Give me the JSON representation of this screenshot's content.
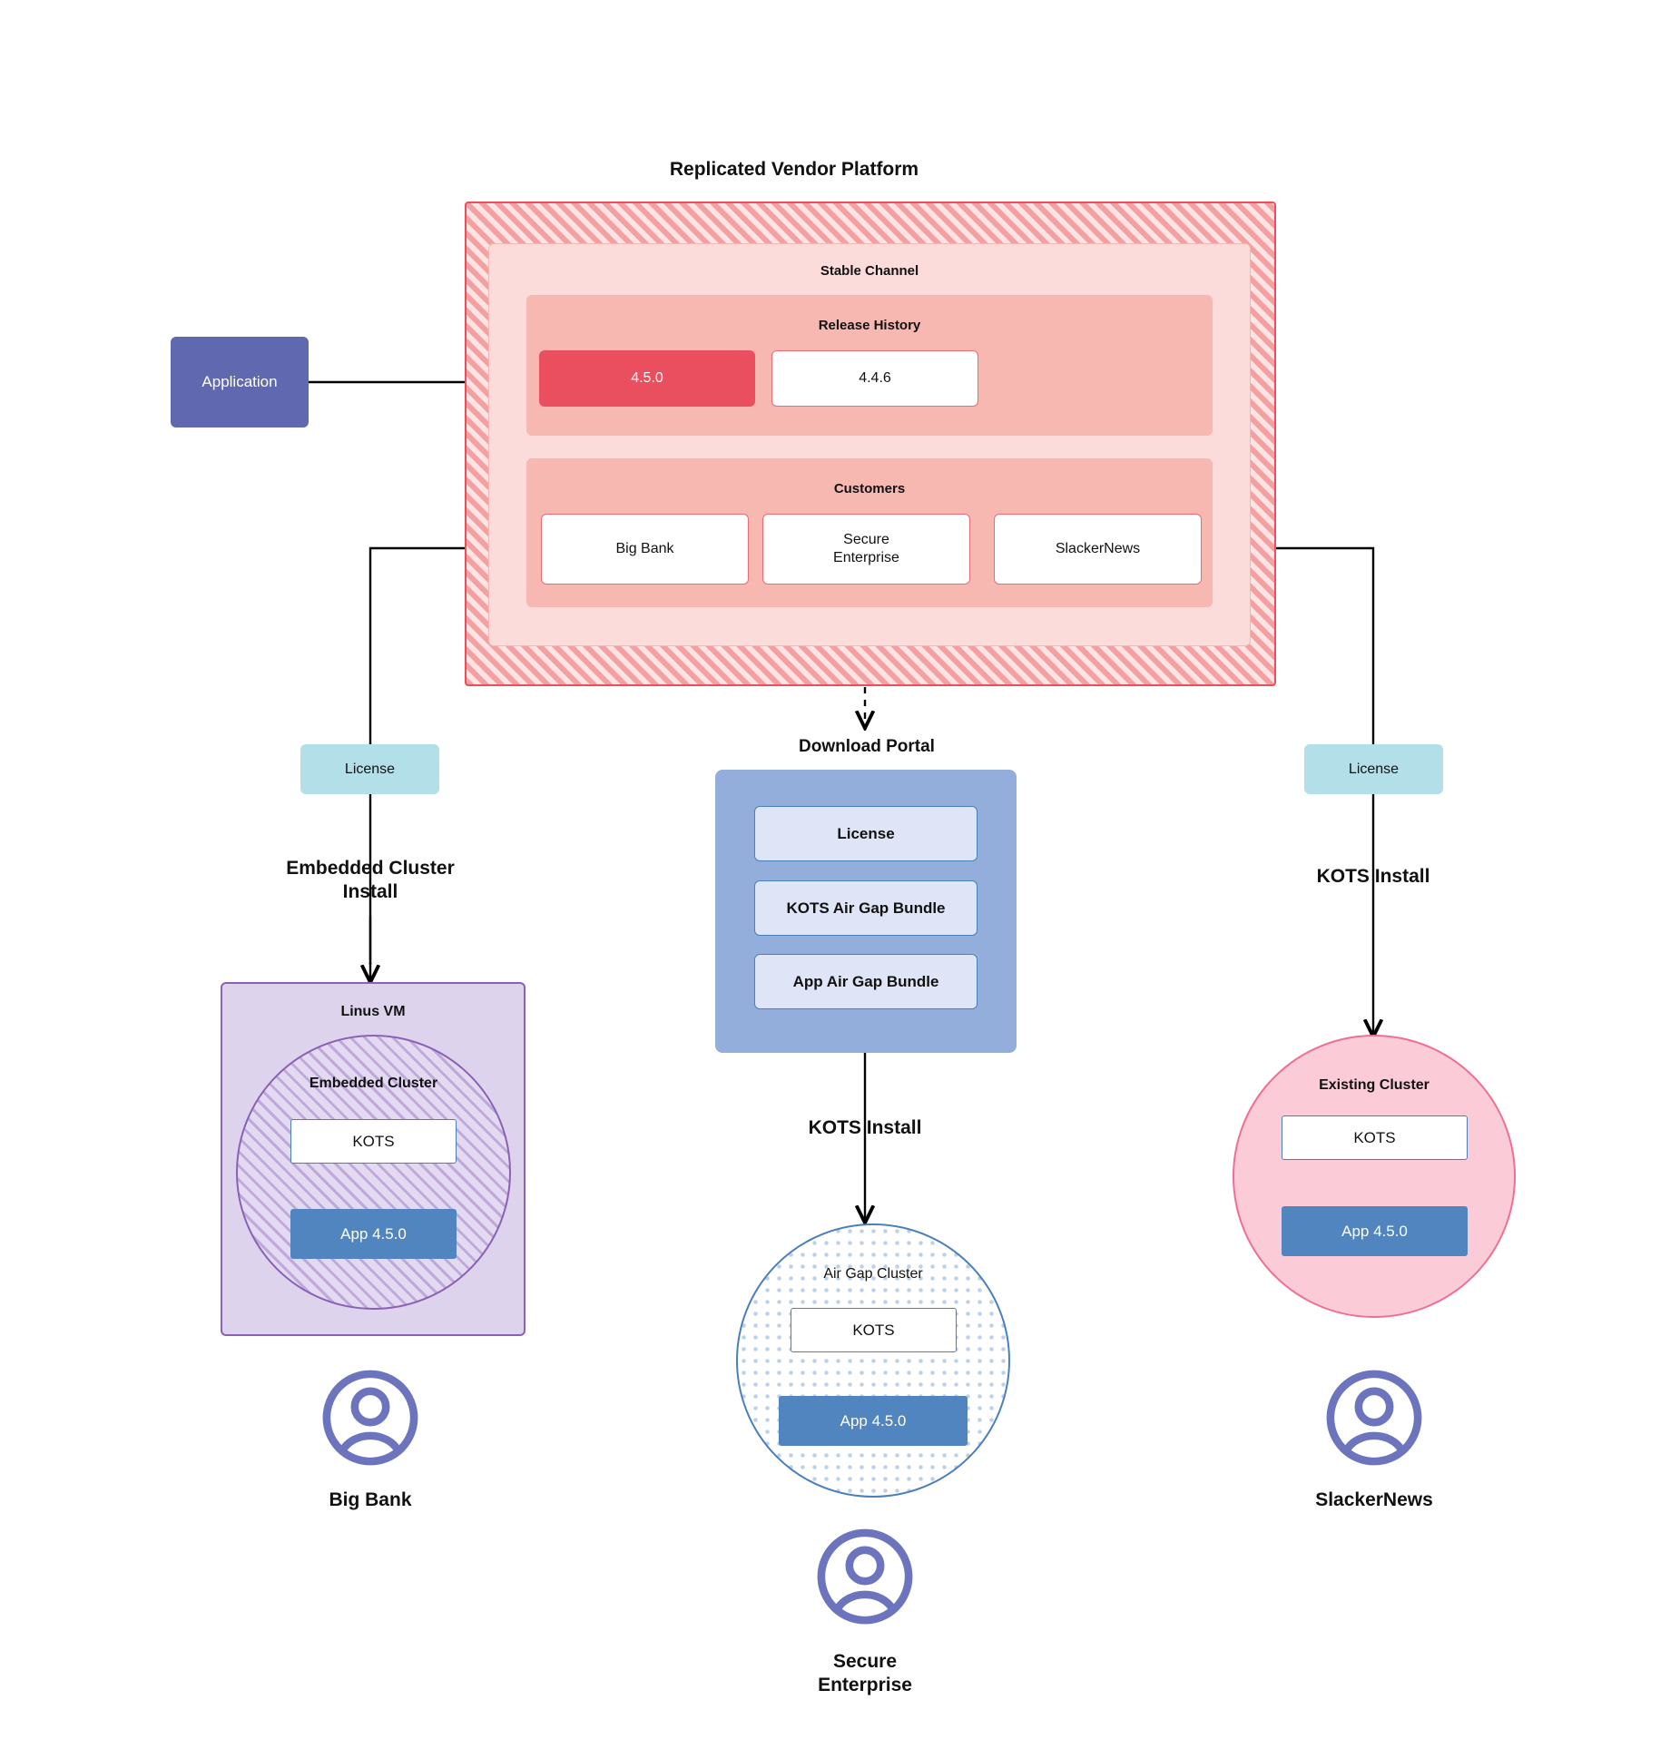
{
  "diagram": {
    "title": "Replicated Vendor Platform",
    "application": {
      "label": "Application"
    },
    "stable_channel": {
      "title": "Stable Channel",
      "release_history": {
        "title": "Release History",
        "releases": [
          {
            "version": "4.5.0",
            "state": "active"
          },
          {
            "version": "4.4.6",
            "state": "inactive"
          }
        ]
      },
      "customers": {
        "title": "Customers",
        "items": [
          {
            "name": "Big Bank"
          },
          {
            "name": "Secure\nEnterprise"
          },
          {
            "name": "SlackerNews"
          }
        ]
      }
    },
    "license_left": {
      "label": "License"
    },
    "license_right": {
      "label": "License"
    },
    "download_portal": {
      "title": "Download  Portal",
      "items": [
        {
          "label": "License"
        },
        {
          "label": "KOTS Air Gap Bundle"
        },
        {
          "label": "App Air Gap Bundle"
        }
      ]
    },
    "flows": {
      "embedded_install": "Embedded Cluster\nInstall",
      "kots_install_center": "KOTS Install",
      "kots_install_right": "KOTS Install"
    },
    "targets": {
      "linux_vm": {
        "title": "Linus VM",
        "embedded_cluster": {
          "title": "Embedded Cluster",
          "kots": "KOTS",
          "app": "App 4.5.0"
        }
      },
      "air_gap_cluster": {
        "title": "Air Gap Cluster",
        "kots": "KOTS",
        "app": "App 4.5.0"
      },
      "existing_cluster": {
        "title": "Existing Cluster",
        "kots": "KOTS",
        "app": "App 4.5.0"
      }
    },
    "end_users": [
      {
        "name": "Big Bank",
        "icon": "user-avatar-icon"
      },
      {
        "name": "Secure\nEnterprise",
        "icon": "user-avatar-icon"
      },
      {
        "name": "SlackerNews",
        "icon": "user-avatar-icon"
      }
    ],
    "colors": {
      "vendor_red": "#e8505b",
      "release_active": "#ea4f5f",
      "application_purple": "#6069b0",
      "license_cyan": "#b3e0e8",
      "portal_blue": "#93aedb",
      "app_blue": "#5085bf",
      "vm_purple": "#8a61b5",
      "existing_pink": "#ef6f93",
      "avatar_purple": "#6b74bd"
    }
  }
}
